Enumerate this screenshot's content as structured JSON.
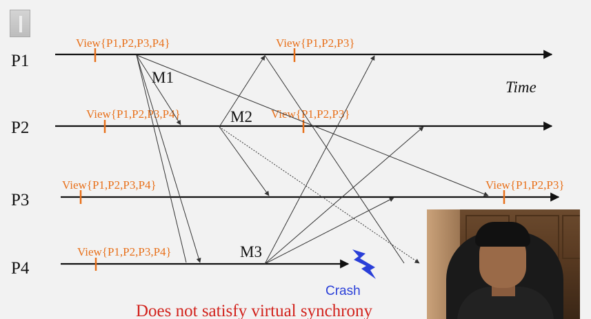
{
  "processes": [
    {
      "id": "p1",
      "label": "P1"
    },
    {
      "id": "p2",
      "label": "P2"
    },
    {
      "id": "p3",
      "label": "P3"
    },
    {
      "id": "p4",
      "label": "P4"
    }
  ],
  "views": [
    {
      "id": "view-p1-initial",
      "text": "View{P1,P2,P3,P4}"
    },
    {
      "id": "view-p1-new",
      "text": "View{P1,P2,P3}"
    },
    {
      "id": "view-p2-initial",
      "text": "View{P1,P2,P3,P4}"
    },
    {
      "id": "view-p2-new",
      "text": "View{P1,P2,P3}"
    },
    {
      "id": "view-p3-initial",
      "text": "View{P1,P2,P3,P4}"
    },
    {
      "id": "view-p3-new",
      "text": "View{P1,P2,P3}"
    },
    {
      "id": "view-p4-initial",
      "text": "View{P1,P2,P3,P4}"
    }
  ],
  "messages": [
    {
      "id": "m1",
      "label": "M1"
    },
    {
      "id": "m2",
      "label": "M2"
    },
    {
      "id": "m3",
      "label": "M3"
    }
  ],
  "time_label": "Time",
  "crash_label": "Crash",
  "footnote": "Does not satisfy virtual synchrony",
  "colors": {
    "view_orange": "#e8701a",
    "footnote_red": "#d2221c",
    "crash_blue": "#2a3fd8",
    "timeline": "#111111",
    "arrow": "#333333"
  },
  "icons": {
    "slide": "slide-icon",
    "crash": "lightning-bolt-icon",
    "webcam": "presenter-video-icon"
  }
}
